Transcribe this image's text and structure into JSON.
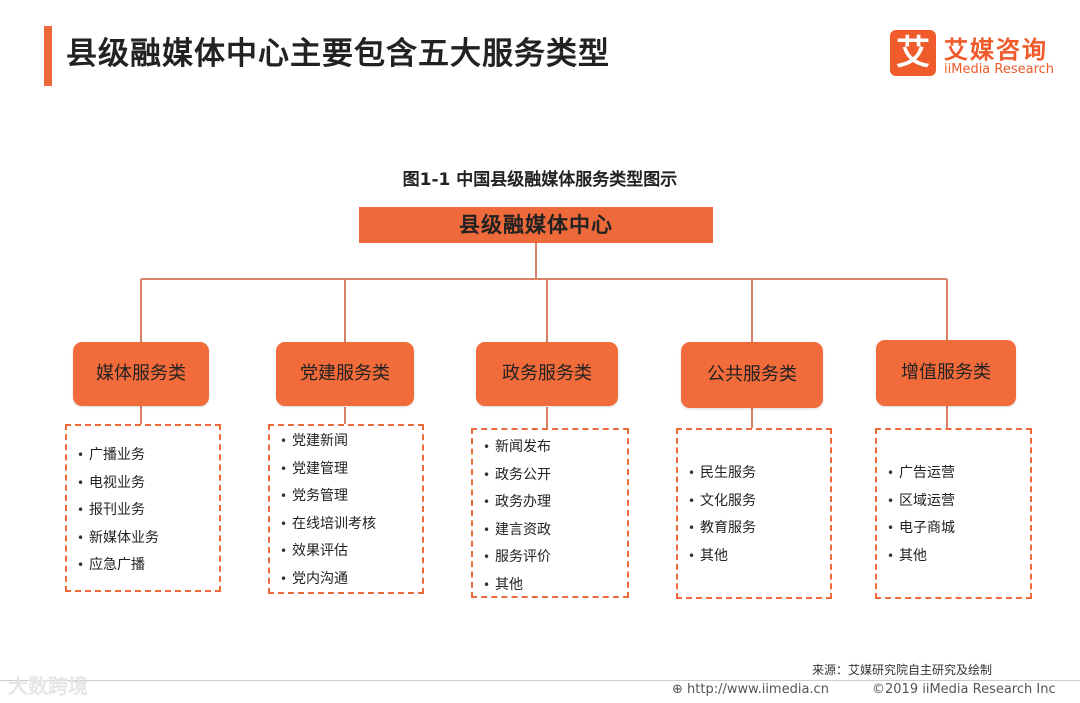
{
  "header": {
    "title": "县级融媒体中心主要包含五大服务类型",
    "logo_mark": "艾",
    "logo_cn": "艾媒咨询",
    "logo_en": "iiMedia Research"
  },
  "diagram": {
    "title": "图1-1 中国县级融媒体服务类型图示",
    "root": "县级融媒体中心",
    "categories": [
      {
        "label": "媒体服务类",
        "items": [
          "广播业务",
          "电视业务",
          "报刊业务",
          "新媒体业务",
          "应急广播"
        ]
      },
      {
        "label": "党建服务类",
        "items": [
          "党建新闻",
          "党建管理",
          "党务管理",
          "在线培训考核",
          "效果评估",
          "党内沟通"
        ]
      },
      {
        "label": "政务服务类",
        "items": [
          "新闻发布",
          "政务公开",
          "政务办理",
          "建言资政",
          "服务评价",
          "其他"
        ]
      },
      {
        "label": "公共服务类",
        "items": [
          "民生服务",
          "文化服务",
          "教育服务",
          "其他"
        ]
      },
      {
        "label": "增值服务类",
        "items": [
          "广告运营",
          "区域运营",
          "电子商城",
          "其他"
        ]
      }
    ],
    "bullet": "•"
  },
  "footer": {
    "source": "来源：艾媒研究院自主研究及绘制",
    "url": "http://www.iimedia.cn",
    "copyright": "©2019  iiMedia Research  Inc",
    "watermark": "大数跨境"
  },
  "colors": {
    "accent": "#ef6a3a",
    "logo": "#ef5b2b",
    "connector": "#d9826a"
  }
}
